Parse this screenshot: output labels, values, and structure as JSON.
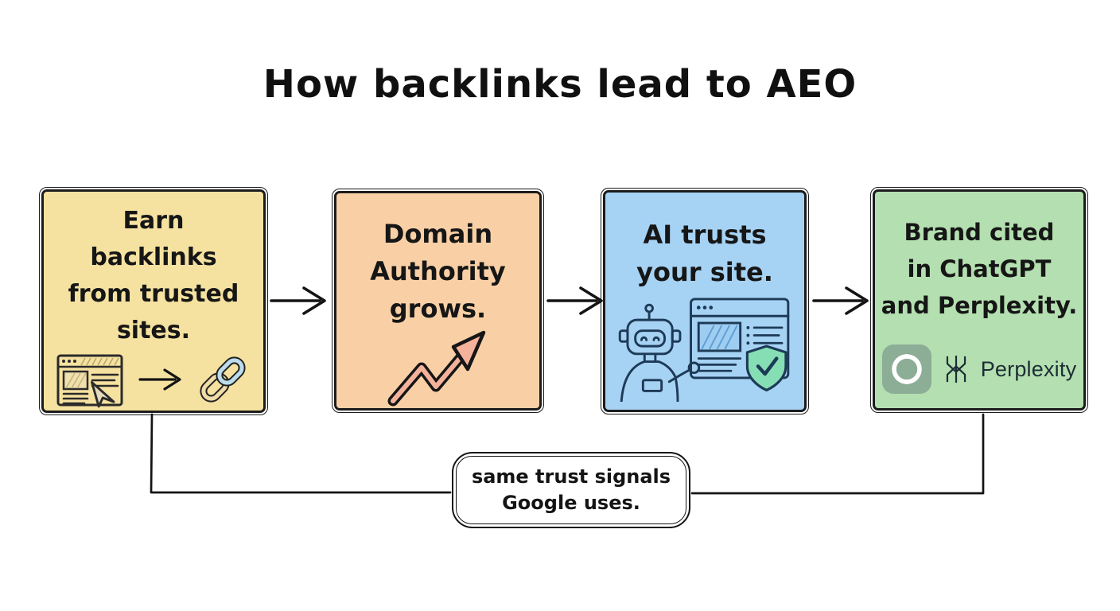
{
  "title": "How backlinks lead to AEO",
  "flow": {
    "boxes": [
      {
        "name": "earn-backlinks",
        "lines": [
          "Earn",
          "backlinks",
          "from trusted",
          "sites."
        ],
        "bg": "#F6E2A0",
        "icons": [
          "webpage-cursor-icon",
          "small-arrow-icon",
          "chain-link-icon"
        ]
      },
      {
        "name": "domain-authority",
        "lines": [
          "Domain",
          "Authority",
          "grows."
        ],
        "bg": "#F9D0A6",
        "icons": [
          "growth-arrow-icon"
        ]
      },
      {
        "name": "ai-trusts-site",
        "lines": [
          "AI trusts",
          "your site."
        ],
        "bg": "#A6D2F4",
        "icons": [
          "robot-icon",
          "verified-site-icon"
        ]
      },
      {
        "name": "brand-cited",
        "lines": [
          "Brand cited",
          "in ChatGPT",
          "and Perplexity."
        ],
        "bg": "#B4DFB0",
        "icons": [
          "openai-logo",
          "perplexity-logo"
        ],
        "perplexity_wordmark": "Perplexity"
      }
    ],
    "callout": {
      "lines": [
        "same trust signals",
        "Google uses."
      ]
    }
  },
  "colors": {
    "ink": "#141414",
    "box_border": "#1c1c1c",
    "chain_link_blue": "#BCDCEC",
    "chain_link_tan": "#F0DCA8",
    "growth_arrow_fill": "#F5B29B",
    "scene_ink": "#1d3a56",
    "site_hatch_blue": "#9FCDF2",
    "shield_green": "#86DFB4",
    "openai_tile_green": "#8CAD96",
    "perplexity_ink": "#1d2d35"
  }
}
